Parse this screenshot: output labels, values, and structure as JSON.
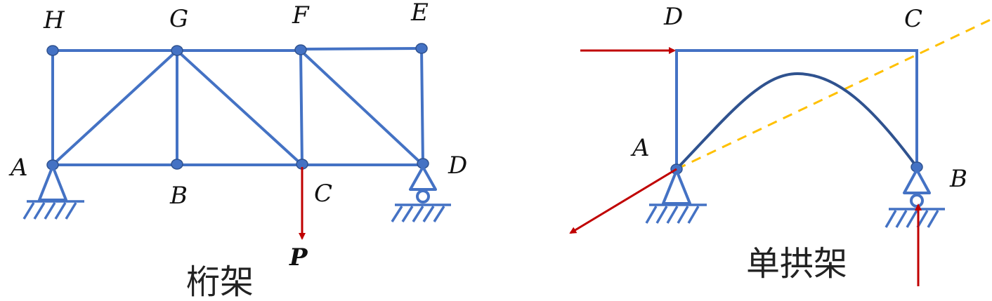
{
  "truss": {
    "caption": "桁架",
    "labels": {
      "H": "H",
      "G": "G",
      "F": "F",
      "E": "E",
      "A": "A",
      "B": "B",
      "C": "C",
      "D": "D"
    },
    "load_label": "P"
  },
  "arch": {
    "caption": "单拱架",
    "labels": {
      "D": "D",
      "C": "C",
      "A": "A",
      "B": "B"
    }
  },
  "colors": {
    "member": "#4472C4",
    "arch_curve": "#2F528F",
    "force": "#C00000",
    "line_of_action": "#FFC000"
  }
}
